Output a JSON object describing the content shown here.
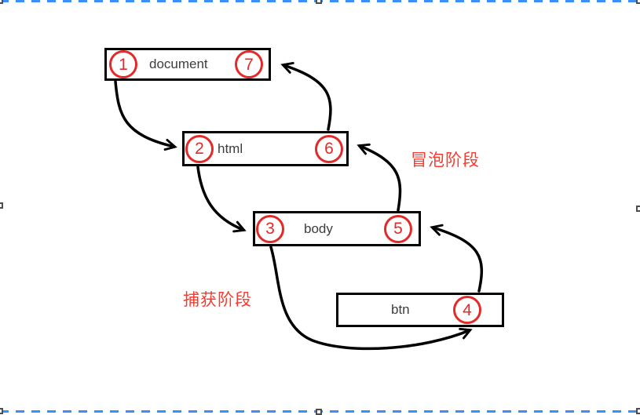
{
  "diagram": {
    "nodes": [
      {
        "label": "document",
        "left_num": "1",
        "right_num": "7"
      },
      {
        "label": "html",
        "left_num": "2",
        "right_num": "6"
      },
      {
        "label": "body",
        "left_num": "3",
        "right_num": "5"
      },
      {
        "label": "btn",
        "right_num": "4"
      }
    ],
    "phase_labels": {
      "bubble": "冒泡阶段",
      "capture": "捕获阶段"
    },
    "colors": {
      "circle_red": "#e32a28",
      "phase_label_red": "#f93b2f",
      "line_black": "#000000",
      "selection_blue": "#3e8ef7",
      "node_text": "#3d3d3d",
      "handle_border": "#4d4d4d"
    }
  }
}
